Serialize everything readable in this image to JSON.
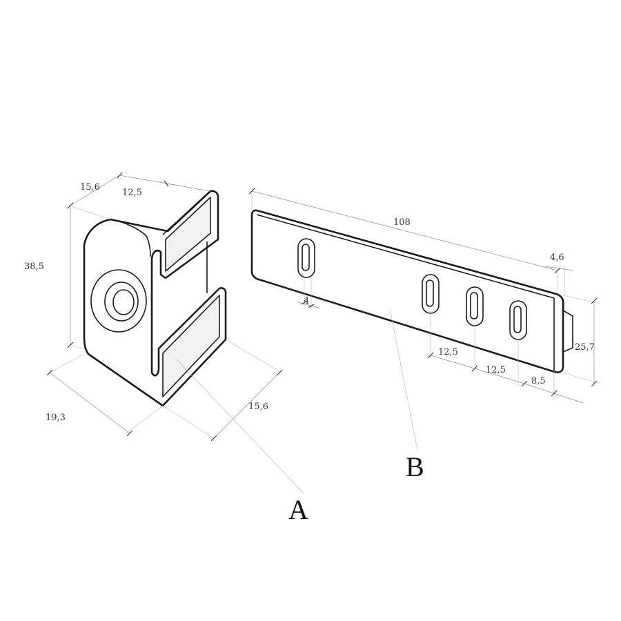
{
  "part_a": {
    "label": "A",
    "dimensions": {
      "top_depth": "15,6",
      "top_width": "12,5",
      "height": "38,5",
      "base_depth": "19,3",
      "base_width": "15,6"
    }
  },
  "part_b": {
    "label": "B",
    "dimensions": {
      "length": "108",
      "end_tab": "4,6",
      "slot_width": "4",
      "slot_pitch_1": "12,5",
      "slot_pitch_2": "12,5",
      "end_offset": "8,5",
      "height": "25,7"
    }
  }
}
